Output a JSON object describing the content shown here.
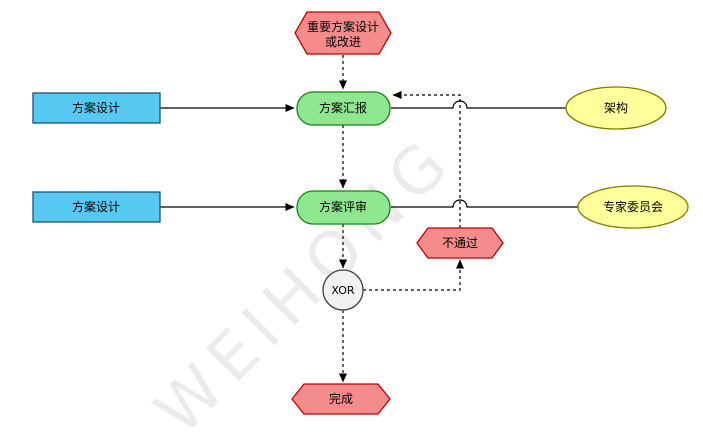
{
  "page": {
    "background": "#FFFFFF",
    "watermark": "WEIHONG"
  },
  "diagram": {
    "nodes": {
      "trigger_event": {
        "line1": "重要方案设计",
        "line2": "或改进"
      },
      "doc_design_1": {
        "label": "方案设计"
      },
      "doc_design_2": {
        "label": "方案设计"
      },
      "func_report": {
        "label": "方案汇报"
      },
      "func_review": {
        "label": "方案评审"
      },
      "org_architecture": {
        "label": "架构"
      },
      "org_expert_committee": {
        "label": "专家委员会"
      },
      "event_not_passed": {
        "label": "不通过"
      },
      "connector_xor": {
        "label": "XOR"
      },
      "event_complete": {
        "label": "完成"
      }
    },
    "colors": {
      "event_fill": "#F58C8C",
      "event_border": "#C00000",
      "function_fill": "#8FE78F",
      "function_border": "#178217",
      "document_fill": "#55C9F2",
      "document_border": "#1A5276",
      "org_fill": "#FFFF9C",
      "org_border": "#7F7F00",
      "xor_fill": "#F2F2F2",
      "xor_border": "#404040",
      "line": "#000000",
      "watermark": "#DCDCDC"
    }
  }
}
